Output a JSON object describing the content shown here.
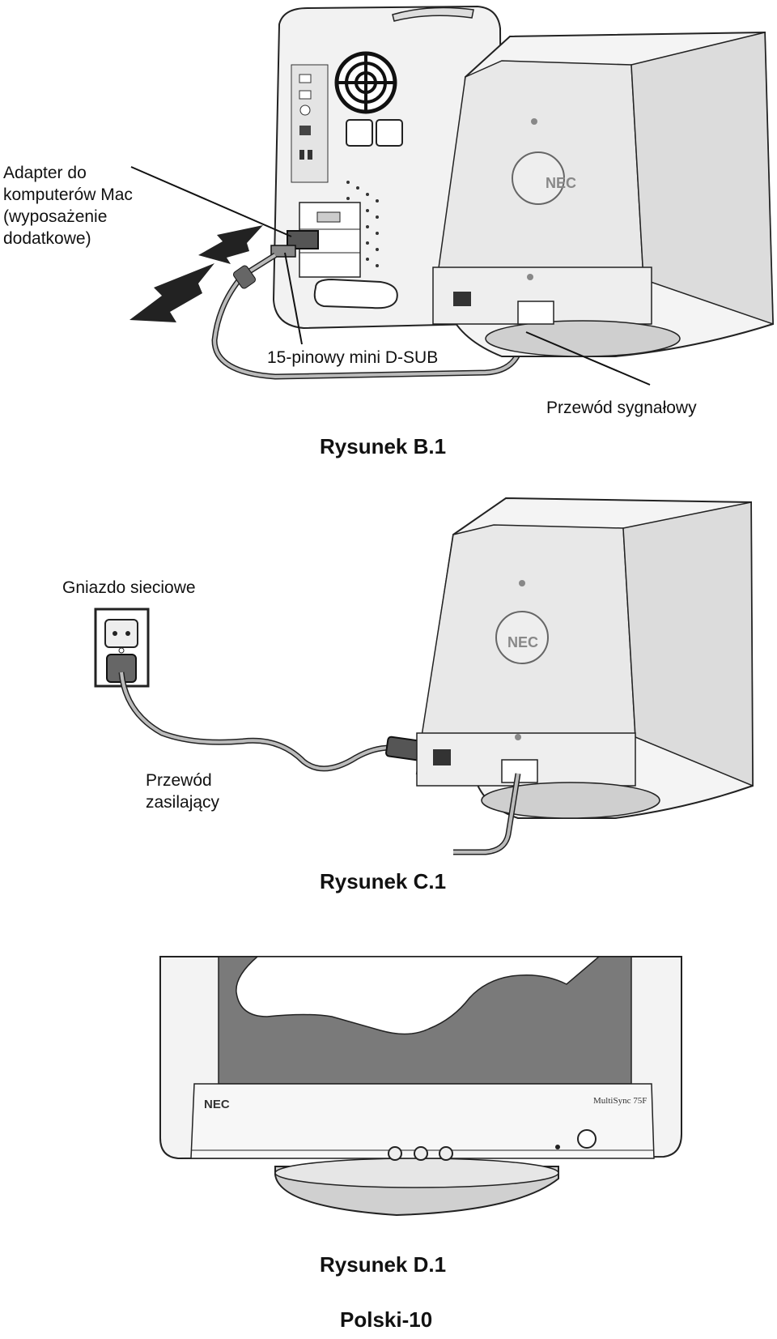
{
  "figure_b": {
    "label_adapter": [
      "Adapter do",
      "komputerów Mac",
      "(wyposażenie",
      "dodatkowe)"
    ],
    "label_dsub": "15-pinowy mini D-SUB",
    "label_signal": "Przewód sygnałowy",
    "caption": "Rysunek B.1",
    "logo": "NEC"
  },
  "figure_c": {
    "label_outlet": "Gniazdo sieciowe",
    "label_power": [
      "Przewód",
      "zasilający"
    ],
    "caption": "Rysunek C.1",
    "logo": "NEC"
  },
  "figure_d": {
    "logo": "NEC",
    "model": "MultiSync 75F",
    "caption": "Rysunek D.1"
  },
  "footer": {
    "page": "Polski-10"
  }
}
